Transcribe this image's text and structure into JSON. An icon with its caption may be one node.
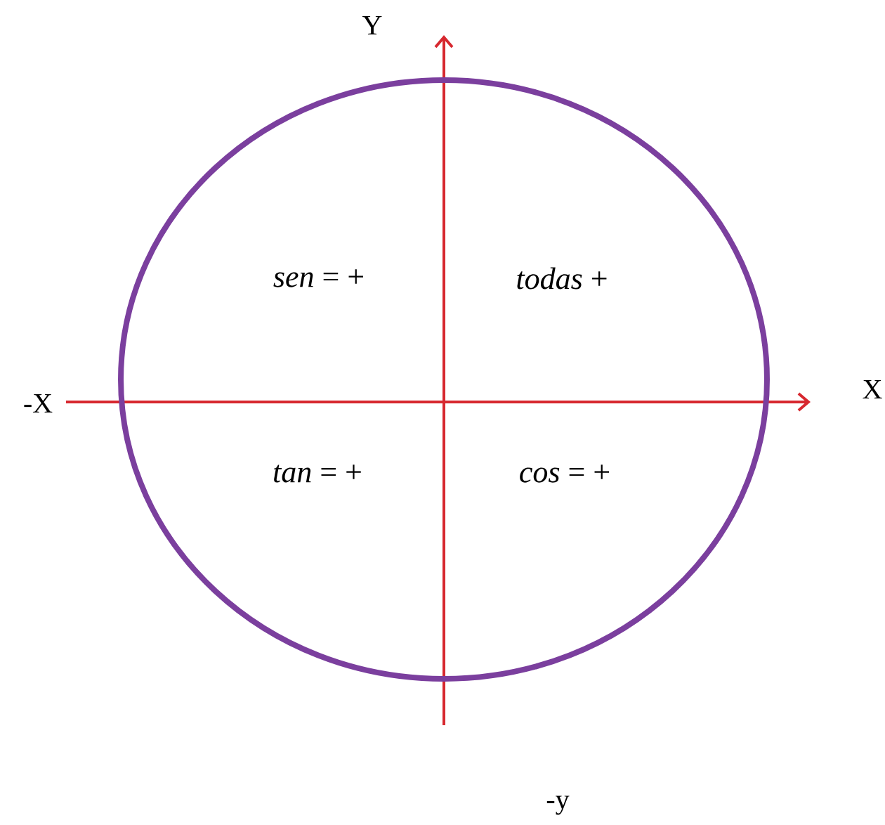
{
  "diagram": {
    "nodes": [
      {
        "text": [
          "*sen* = +",
          "*todas* +",
          "*tan* = +",
          "*cos* = +"
        ]
      }
    ],
    "labels": [
      "Y",
      "-X",
      "X",
      "-y"
    ]
  }
}
